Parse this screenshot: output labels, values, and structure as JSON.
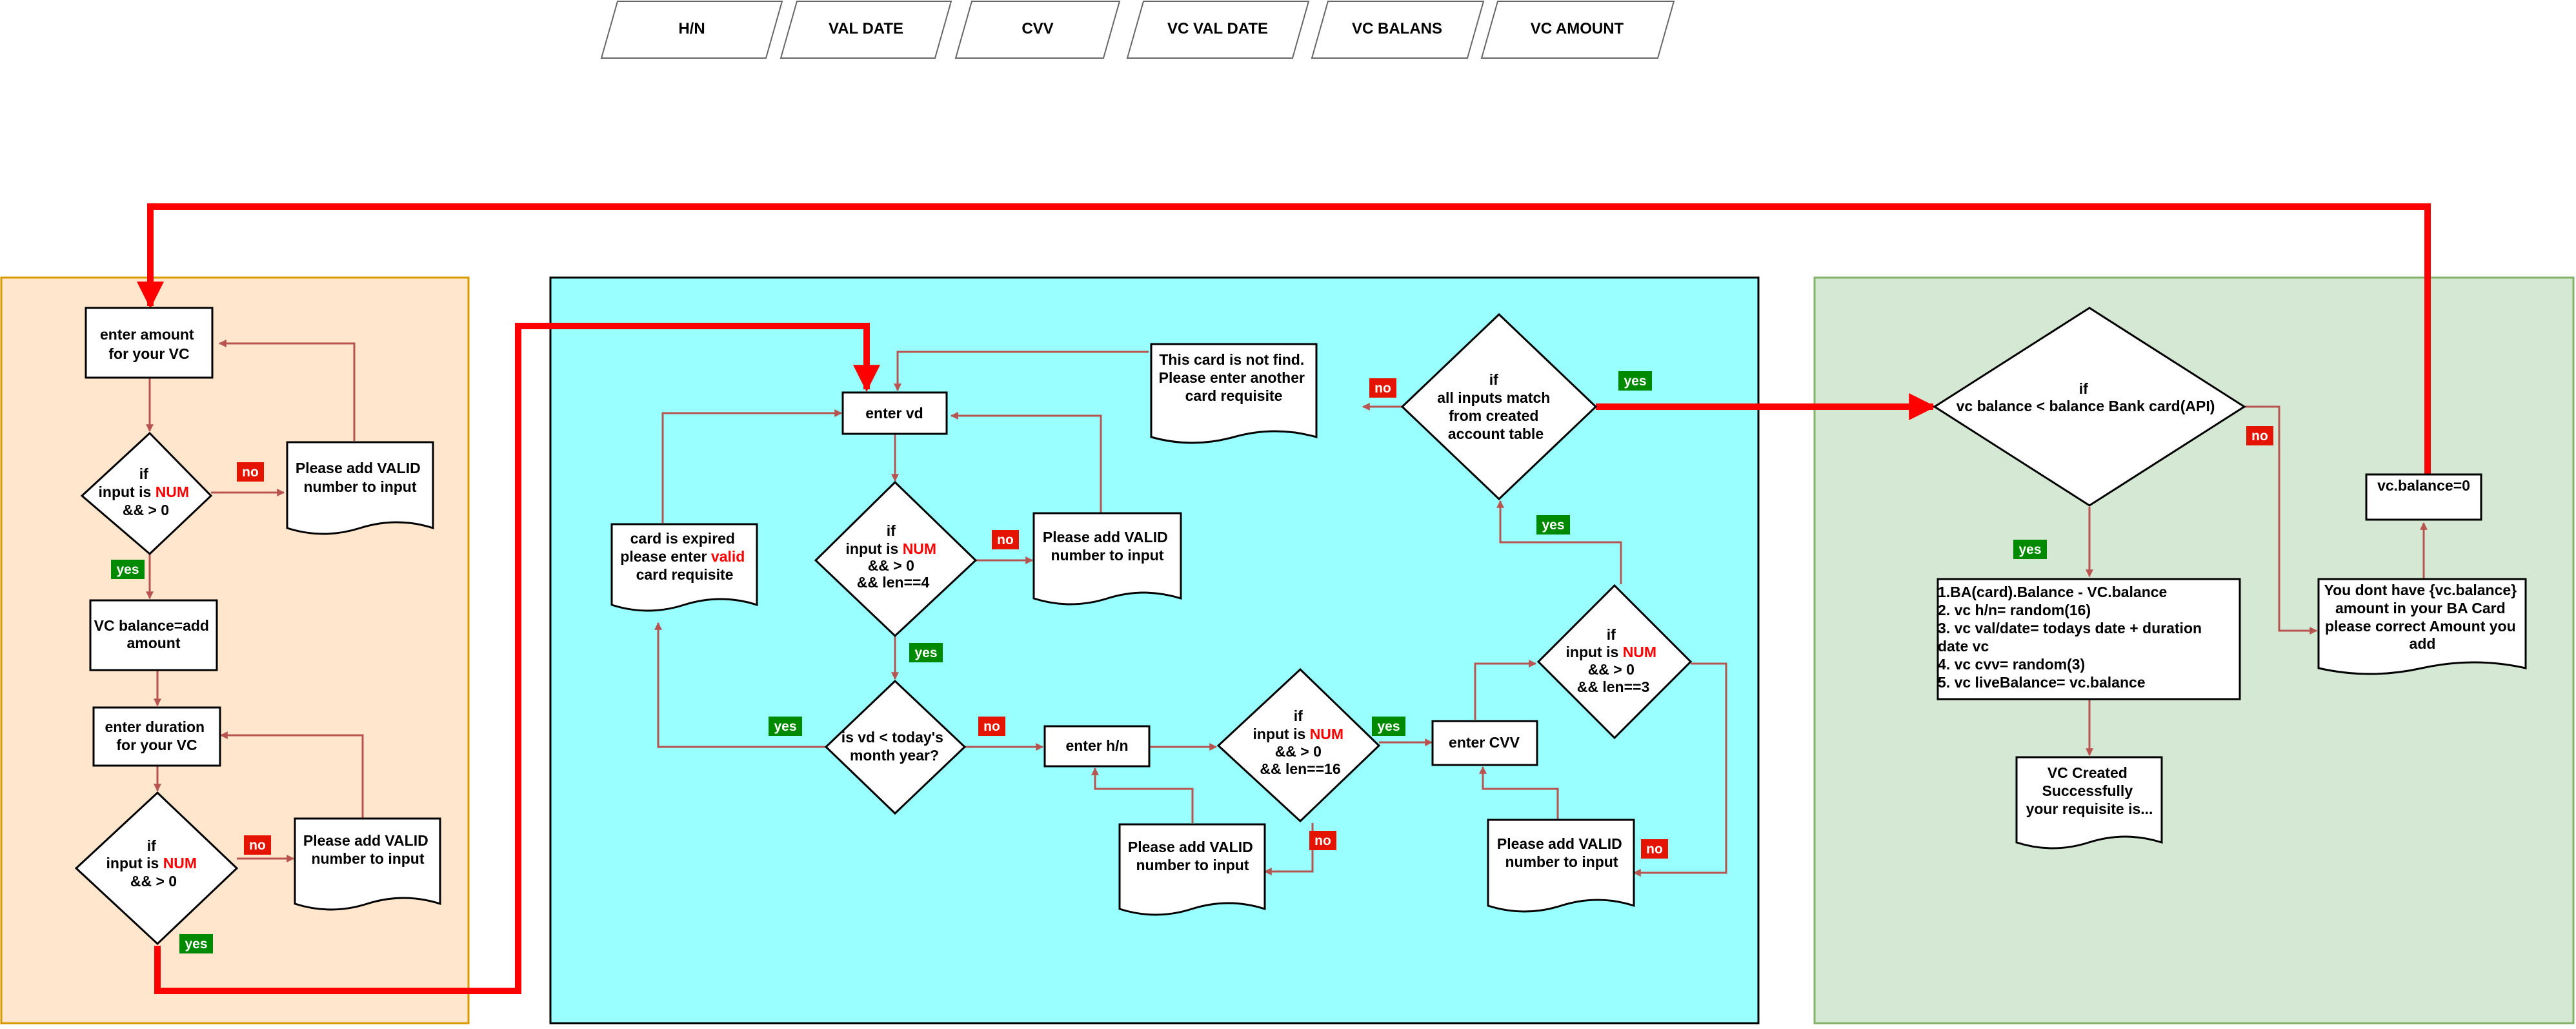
{
  "colors": {
    "amount_panel": "#ffe6cc",
    "amount_panel_border": "#d79b00",
    "validation_panel": "#99ffff",
    "validation_panel_border": "#000000",
    "creation_panel": "#d5e8d4",
    "creation_panel_border": "#82b366",
    "connector": "#b85450",
    "main_flow": "#ff0000",
    "yes_badge": "#008a00",
    "no_badge": "#e51400",
    "highlight": "#ff0000"
  },
  "fields": [
    "H/N",
    "VAL DATE",
    "CVV",
    "VC VAL DATE",
    "VC BALANS",
    "VC AMOUNT"
  ],
  "badges": {
    "yes": "yes",
    "no": "no"
  },
  "amount": {
    "enter_amount": [
      "enter amount",
      "for your VC"
    ],
    "check_amount": {
      "l1": "if",
      "l2a": "input is ",
      "l2b": "NUM",
      "l3": "&& > 0"
    },
    "invalid_amount": [
      "Please add VALID",
      "number to input"
    ],
    "set_balance": [
      "VC balance=add",
      "amount"
    ],
    "enter_duration": [
      "enter duration",
      "for your VC"
    ],
    "check_duration": {
      "l1": "if",
      "l2a": "input is ",
      "l2b": "NUM",
      "l3": "&& > 0"
    },
    "invalid_duration": [
      "Please add VALID",
      "number to input"
    ]
  },
  "validation": {
    "enter_vd": "enter vd",
    "check_vd": {
      "l1": "if",
      "l2a": "input is ",
      "l2b": "NUM",
      "l3": "&& > 0",
      "l4": "&& len==4"
    },
    "invalid_vd": [
      "Please add VALID",
      "number to input"
    ],
    "expired": {
      "l1": "card is expired",
      "l2a": "please enter ",
      "l2b": "valid",
      "l3": "card requisite"
    },
    "check_month": [
      "is vd < today's",
      "month year?"
    ],
    "enter_hn": "enter h/n",
    "check_hn": {
      "l1": "if",
      "l2a": "input is ",
      "l2b": "NUM",
      "l3": "&& > 0",
      "l4": "&& len==16"
    },
    "invalid_hn": [
      "Please add VALID",
      "number to input"
    ],
    "enter_cvv": "enter CVV",
    "check_cvv": {
      "l1": "if",
      "l2a": "input is ",
      "l2b": "NUM",
      "l3": "&& > 0",
      "l4": "&& len==3"
    },
    "invalid_cvv": [
      "Please add VALID",
      "number to input"
    ],
    "check_match": [
      "if",
      "all inputs match",
      "from created",
      "account table"
    ],
    "not_found": [
      "This card is not find.",
      "Please enter another",
      "card requisite"
    ]
  },
  "creation": {
    "check_balance": [
      "if",
      "vc balance < balance Bank card(API)"
    ],
    "create_steps": [
      "1.BA(card).Balance - VC.balance",
      "2. vc h/n= random(16)",
      "3. vc val/date= todays date + duration",
      "date vc",
      "4. vc cvv= random(3)",
      "5. vc liveBalance= vc.balance"
    ],
    "created": [
      "VC Created",
      "Successfully",
      "your requisite is..."
    ],
    "low_balance": [
      "You dont have {vc.balance}",
      "amount in your BA Card",
      "please correct Amount you",
      "add"
    ],
    "reset_balance": "vc.balance=0"
  }
}
